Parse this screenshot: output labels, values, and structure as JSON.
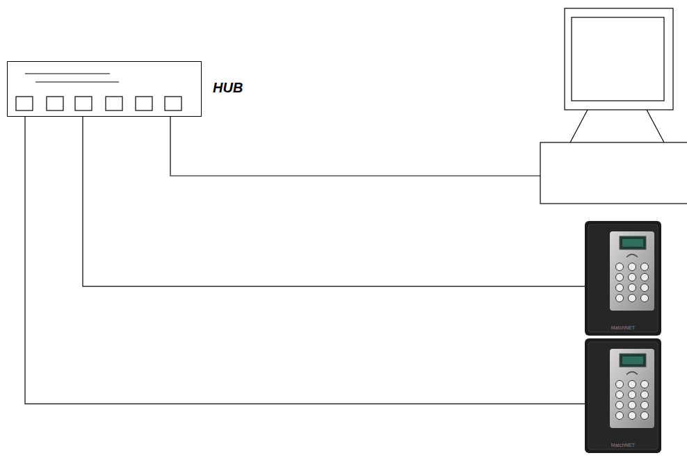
{
  "diagram": {
    "nodes": [
      {
        "text": [
          "HUB"
        ]
      },
      {
        "text": [
          "MatchNET"
        ]
      },
      {
        "text": [
          "MatchNET"
        ]
      }
    ],
    "edges": [
      {
        "from": 0,
        "to": 1,
        "arrow": "none"
      },
      {
        "from": 0,
        "to": 2,
        "arrow": "none"
      }
    ]
  }
}
